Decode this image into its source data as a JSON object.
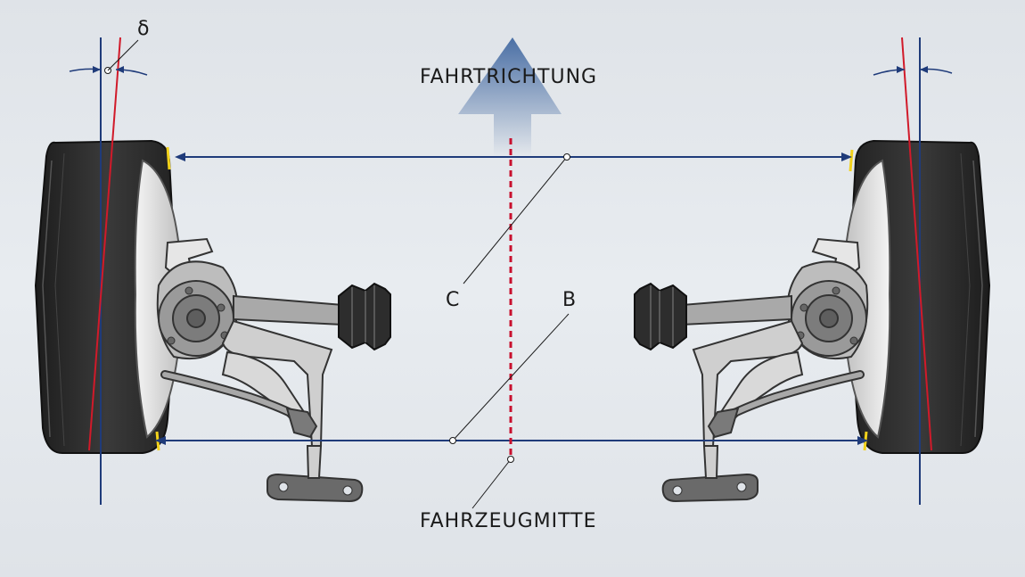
{
  "labels": {
    "direction": "FAHRTRICHTUNG",
    "center": "FAHRZEUGMITTE",
    "c": "C",
    "b": "B",
    "delta": "δ"
  },
  "colors": {
    "background": "#dfe3e8",
    "vertical_line": "#1f3b7a",
    "camber_line": "#d11a2a",
    "center_line": "#c8102e",
    "arrow": "#4a6fa5",
    "tire": "#2a2a2a",
    "suspension": "#8e8f92"
  }
}
